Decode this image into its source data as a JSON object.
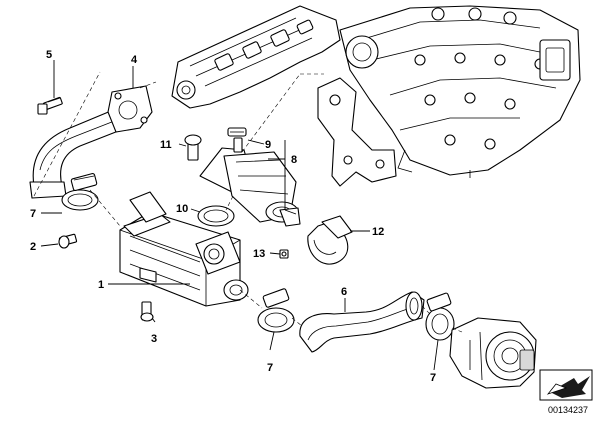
{
  "diagram": {
    "callouts": [
      {
        "id": "c1",
        "label": "1"
      },
      {
        "id": "c2",
        "label": "2"
      },
      {
        "id": "c3",
        "label": "3"
      },
      {
        "id": "c4",
        "label": "4"
      },
      {
        "id": "c5",
        "label": "5"
      },
      {
        "id": "c6",
        "label": "6"
      },
      {
        "id": "c7a",
        "label": "7"
      },
      {
        "id": "c7b",
        "label": "7"
      },
      {
        "id": "c7c",
        "label": "7"
      },
      {
        "id": "c8",
        "label": "8"
      },
      {
        "id": "c9",
        "label": "9"
      },
      {
        "id": "c10",
        "label": "10"
      },
      {
        "id": "c11",
        "label": "11"
      },
      {
        "id": "c12",
        "label": "12"
      },
      {
        "id": "c13",
        "label": "13"
      }
    ],
    "image_number": "00134237",
    "icons": [
      "nav-arrow-icon"
    ]
  }
}
